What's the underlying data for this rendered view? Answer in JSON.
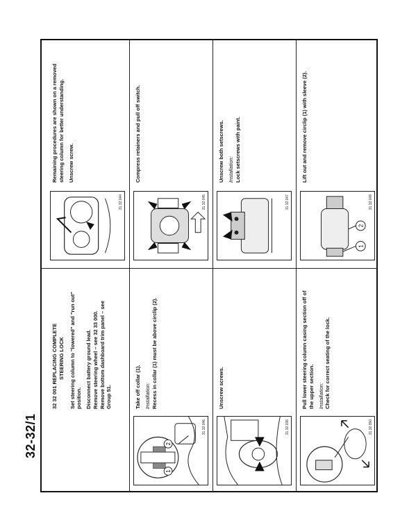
{
  "page_code": "32-32/1",
  "section": {
    "number": "32 32 001",
    "title_line1": "REPLACING COMPLETE",
    "title_line2": "STEERING LOCK",
    "intro": "Set steering column to \"lowered\" and \"run out\" position.",
    "step_a": "Disconnect battery ground lead.",
    "step_b": "Remove steering wheel – see 32 33 000.",
    "step_c": "Remove bottom dashboard trim panel – see Group 51."
  },
  "left_column": [
    {
      "fig_code": "31 32 046",
      "instruction": "Take off collar (1).",
      "installation_label": "Installation:",
      "installation_text": "Recess in collar (1) must be above circlip (2).",
      "callouts": [
        "1",
        "2"
      ]
    },
    {
      "fig_code": "31 32 036",
      "instruction": "Unscrew screws."
    },
    {
      "fig_code": "31 32 050",
      "instruction": "Pull lower steering column casing section off of the upper section.",
      "installation_label": "Installation:",
      "installation_text": "Check for correct seating of the lock."
    }
  ],
  "right_column": [
    {
      "fig_code": "31 32 044",
      "instruction_a": "Remaining procedures are shown on a removed steering column for better understanding.",
      "instruction_b": "Unscrew screw."
    },
    {
      "fig_code": "31 32 045",
      "instruction": "Compress retainers and pull off switch."
    },
    {
      "fig_code": "31 32 047",
      "instruction": "Unscrew both setscrews.",
      "installation_label": "Installation:",
      "installation_text": "Lock setscrews with paint."
    },
    {
      "fig_code": "31 32 049",
      "instruction": "Lift out and remove circlip (1) with sleeve (2).",
      "callouts": [
        "1",
        "2"
      ]
    }
  ]
}
